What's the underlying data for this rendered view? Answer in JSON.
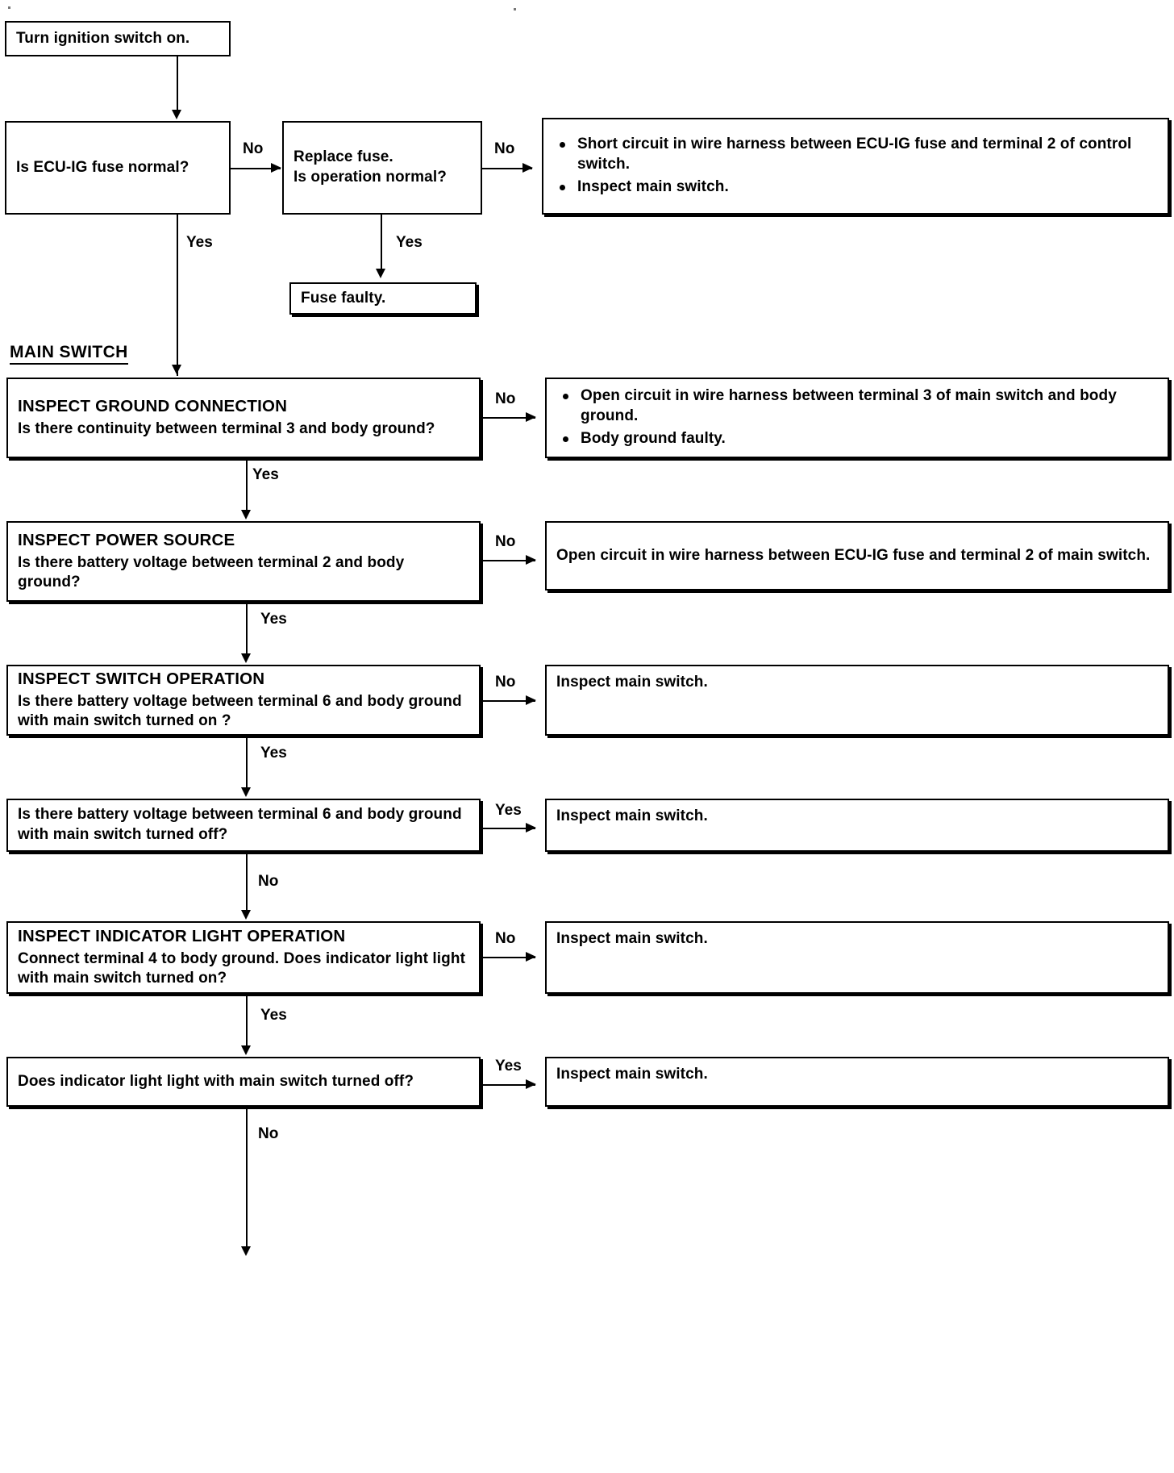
{
  "document": {
    "type": "troubleshooting-flowchart",
    "section_heading": "MAIN SWITCH"
  },
  "nodes": {
    "start": {
      "text": "Turn ignition switch on."
    },
    "fuse_check": {
      "text": "Is ECU-IG fuse normal?"
    },
    "replace_fuse": {
      "line1": "Replace fuse.",
      "line2": "Is operation normal?"
    },
    "short_circuit_result": {
      "bullets": [
        "Short circuit in wire harness between ECU-IG fuse and terminal 2 of control switch.",
        "Inspect main switch."
      ]
    },
    "fuse_faulty": {
      "text": "Fuse faulty."
    },
    "inspect_ground": {
      "title": "INSPECT GROUND CONNECTION",
      "body": "Is there continuity between terminal 3 and body ground?"
    },
    "ground_result": {
      "bullets": [
        "Open circuit in wire harness between terminal 3 of main switch and body ground.",
        "Body ground faulty."
      ]
    },
    "inspect_power": {
      "title": "INSPECT POWER SOURCE",
      "body": "Is there battery voltage between terminal 2 and body ground?"
    },
    "power_result": {
      "text": "Open circuit in wire harness between ECU-IG fuse and terminal 2 of main switch."
    },
    "inspect_switch_op": {
      "title": "INSPECT SWITCH OPERATION",
      "body": "Is there battery voltage between terminal 6 and body ground with main switch turned on ?"
    },
    "switch_op_result": {
      "text": "Inspect main switch."
    },
    "switch_off_check": {
      "body": "Is there battery voltage between terminal 6 and body ground with main switch turned off?"
    },
    "switch_off_result": {
      "text": "Inspect main switch."
    },
    "inspect_indicator": {
      "title": "INSPECT INDICATOR LIGHT OPERATION",
      "body": "Connect terminal 4 to body ground. Does indicator light light  with main switch turned on?"
    },
    "indicator_result": {
      "text": "Inspect main switch."
    },
    "indicator_off_check": {
      "body": "Does indicator light light with main switch turned off?"
    },
    "indicator_off_result": {
      "text": "Inspect main switch."
    }
  },
  "edges": {
    "fuse_no": "No",
    "fuse_yes": "Yes",
    "replace_no": "No",
    "replace_yes": "Yes",
    "ground_no": "No",
    "ground_yes": "Yes",
    "power_no": "No",
    "power_yes": "Yes",
    "switchop_no": "No",
    "switchop_yes": "Yes",
    "switchoff_yes": "Yes",
    "switchoff_no": "No",
    "indicator_no": "No",
    "indicator_yes": "Yes",
    "indicatoroff_yes": "Yes",
    "indicatoroff_no": "No"
  }
}
